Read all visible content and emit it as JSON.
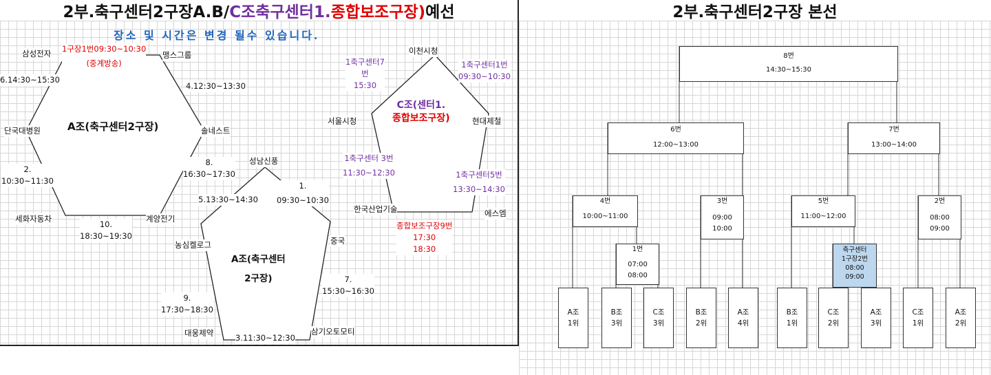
{
  "left_title": {
    "part1": "2부.축구센터2구장A.B/",
    "part2": "C조축구센터1.",
    "part3": "종합보조구장)",
    "part4": "예선",
    "color_black": "#111111",
    "color_purple": "#7030a0",
    "color_red": "#e00000"
  },
  "right_title": "2부.축구센터2구장 본선",
  "notice": "장소 및 시간은 변경 될수 있습니다.",
  "group_a": {
    "center": "A조(축구센터2구장)",
    "teams": {
      "top_left": "삼성전자",
      "top_right": "맹스그룹",
      "right": "솔네스트",
      "bottom_right": "계양전기",
      "bottom_left": "세화자동차",
      "left": "단국대병원"
    },
    "matches": {
      "m1_line1": "1구장1번09:30~10:30",
      "m1_line2": "(중계방송)",
      "m4": "4.12:30~13:30",
      "m8_line1": "8.",
      "m8_line2": "16:30~17:30",
      "m10_line1": "10.",
      "m10_line2": "18:30~19:30",
      "m2_line1": "2.",
      "m2_line2": "10:30~11:30",
      "m6": "6.14:30~15:30"
    }
  },
  "group_b": {
    "center_line1": "A조(축구센터",
    "center_line2": "2구장)",
    "teams": {
      "top": "성남신풍",
      "right": "중국",
      "bottom_right": "삼기오토모티",
      "bottom_left": "대웅제약",
      "left": "농심켈로그"
    },
    "matches": {
      "m5": "5.13:30~14:30",
      "m1_line1": "1.",
      "m1_line2": "09:30~10:30",
      "m7_line1": "7.",
      "m7_line2": "15:30~16:30",
      "m3": "3.11:30~12:30",
      "m9_line1": "9.",
      "m9_line2": "17:30~18:30"
    }
  },
  "group_c": {
    "center_line1": "C조(센터1.",
    "center_line2": "종합보조구장)",
    "teams": {
      "top": "이천시청",
      "right": "현대제철",
      "bottom_right": "에스엠",
      "bottom_left": "한국산업기술",
      "left": "서울시청"
    },
    "matches": {
      "m7_line1": "1축구센터7",
      "m7_line2": "번",
      "m7_line3": "15:30",
      "m1_line1": "1축구센터1번",
      "m1_line2": "09:30~10:30",
      "m3_line1": "1축구센터 3번",
      "m3_line2": "11:30~12:30",
      "m5_line1": "1축구센터5번",
      "m5_line2": "13:30~14:30",
      "m9_line1": "종합보조구장9번",
      "m9_line2": "17:30",
      "m9_line3": "18:30"
    }
  },
  "bracket": {
    "final": {
      "title": "8번",
      "time": "14:30~15:30"
    },
    "semi_left": {
      "title": "6번",
      "time": "12:00~13:00"
    },
    "semi_right": {
      "title": "7번",
      "time": "13:00~14:00"
    },
    "qf4": {
      "title": "4번",
      "time": "10:00~11:00"
    },
    "qf3": {
      "title": "3번",
      "time1": "09:00",
      "time2": "10:00"
    },
    "qf5": {
      "title": "5번",
      "time": "11:00~12:00"
    },
    "qf2": {
      "title": "2번",
      "time1": "08:00",
      "time2": "09:00"
    },
    "r1": {
      "title": "1번",
      "time1": "07:00",
      "time2": "08:00"
    },
    "r2": {
      "title1": "축구센터",
      "title2": "1구장2번",
      "time1": "08:00",
      "time2": "09:00",
      "highlight": "#bdd7ee"
    },
    "teams": [
      {
        "group": "A조",
        "rank": "1위"
      },
      {
        "group": "B조",
        "rank": "3위"
      },
      {
        "group": "C조",
        "rank": "3위"
      },
      {
        "group": "B조",
        "rank": "2위"
      },
      {
        "group": "A조",
        "rank": "4위"
      },
      {
        "group": "B조",
        "rank": "1위"
      },
      {
        "group": "C조",
        "rank": "2위"
      },
      {
        "group": "A조",
        "rank": "3위"
      },
      {
        "group": "C조",
        "rank": "1위"
      },
      {
        "group": "A조",
        "rank": "2위"
      }
    ]
  }
}
